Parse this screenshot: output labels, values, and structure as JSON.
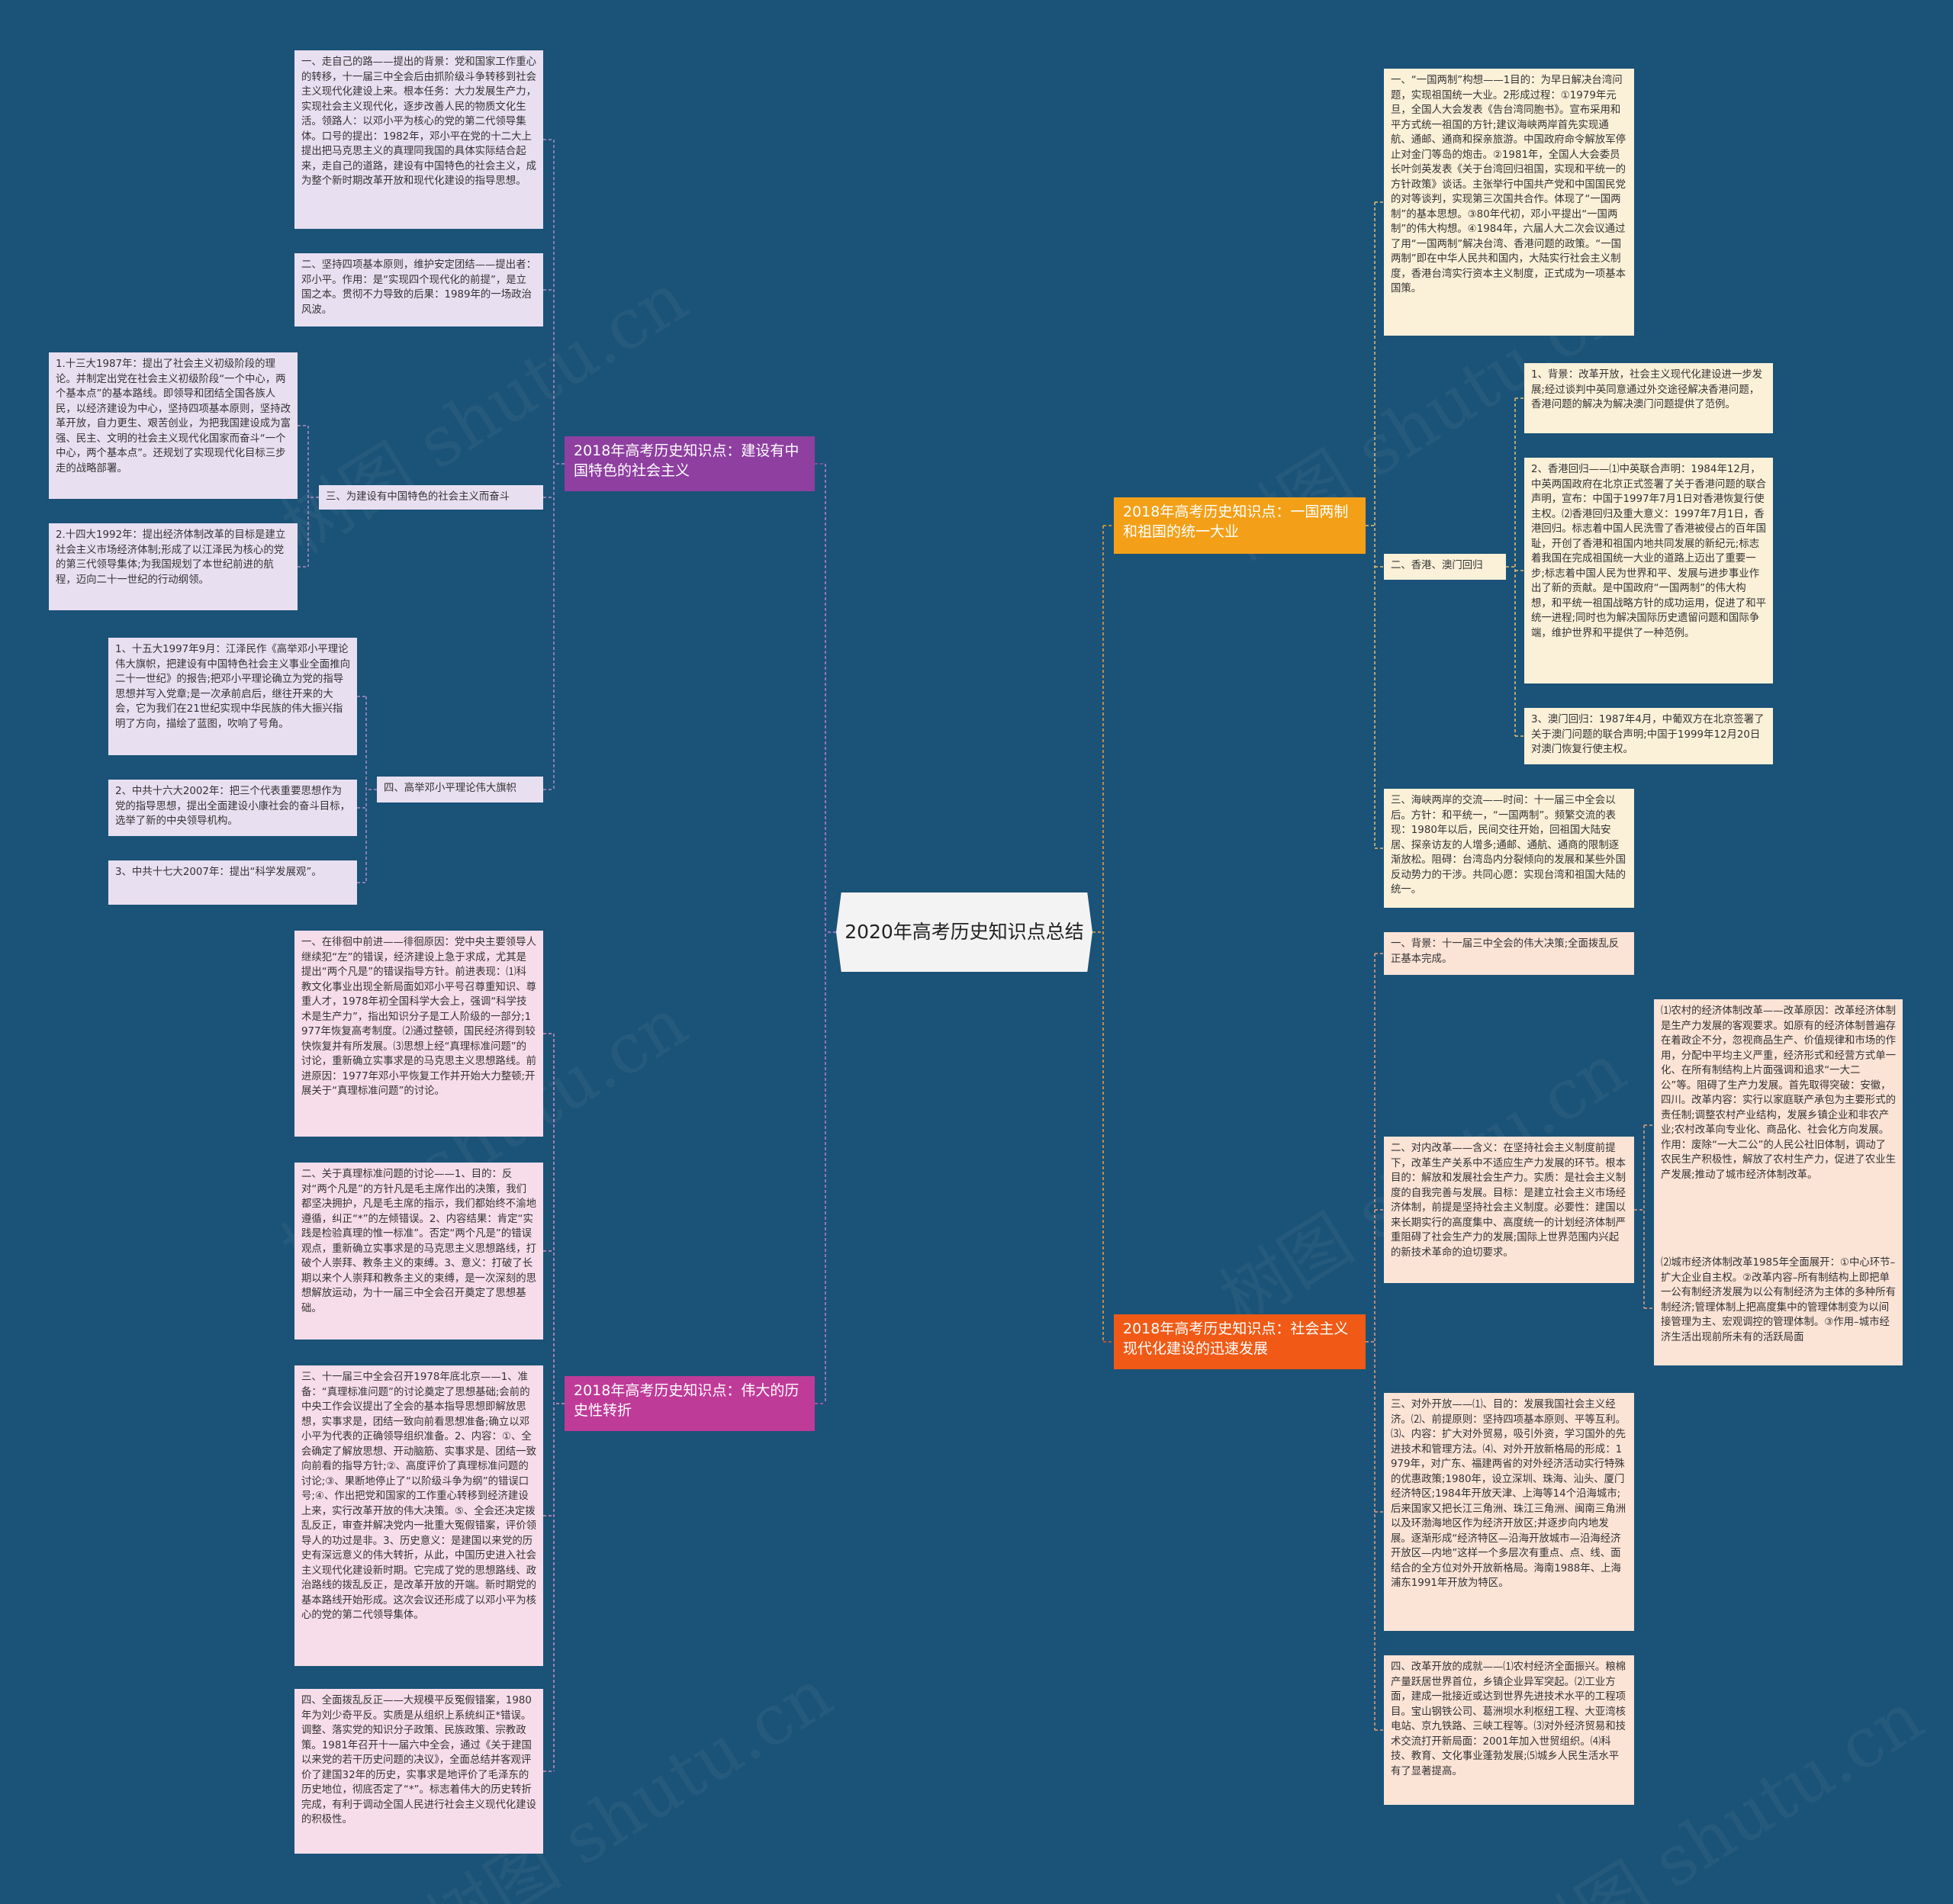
{
  "central": "2020年高考历史知识点总结",
  "watermark": "树图 shutu.cn",
  "colors": {
    "background": "#1b5277",
    "branch_purple": "#8e3fa0",
    "branch_magenta": "#bf3b98",
    "branch_yellow": "#f3a018",
    "branch_orange": "#f05a16"
  },
  "branches": {
    "b1": "2018年高考历史知识点：建设有中国特色的社会主义",
    "b2": "2018年高考历史知识点：伟大的历史性转折",
    "b3": "2018年高考历史知识点：一国两制和祖国的统一大业",
    "b4": "2018年高考历史知识点：社会主义现代化建设的迅速发展"
  },
  "nodes": {
    "n1": "一、走自己的路——提出的背景：党和国家工作重心的转移，十一届三中全会后由抓阶级斗争转移到社会主义现代化建设上来。根本任务：大力发展生产力，实现社会主义现代化，逐步改善人民的物质文化生活。领路人：以邓小平为核心的党的第二代领导集体。口号的提出：1982年，邓小平在党的十二大上提出把马克思主义的真理同我国的具体实际结合起来，走自己的道路，建设有中国特色的社会主义，成为整个新时期改革开放和现代化建设的指导思想。",
    "n2": "二、坚持四项基本原则，维护安定团结——提出者：邓小平。作用：是“实现四个现代化的前提”，是立国之本。贯彻不力导致的后果：1989年的一场政治风波。",
    "n3": "三、为建设有中国特色的社会主义而奋斗",
    "n3a": "1.十三大1987年：提出了社会主义初级阶段的理论。并制定出党在社会主义初级阶段“一个中心，两个基本点”的基本路线。即领导和团结全国各族人民，以经济建设为中心，坚持四项基本原则，坚持改革开放，自力更生、艰苦创业，为把我国建设成为富强、民主、文明的社会主义现代化国家而奋斗“一个中心，两个基本点”。还规划了实现现代化目标三步走的战略部署。",
    "n3b": "2.十四大1992年：提出经济体制改革的目标是建立社会主义市场经济体制;形成了以江泽民为核心的党的第三代领导集体;为我国规划了本世纪前进的航程，迈向二十一世纪的行动纲领。",
    "n4": "四、高举邓小平理论伟大旗帜",
    "n4a": "1、十五大1997年9月：江泽民作《高举邓小平理论伟大旗帜，把建设有中国特色社会主义事业全面推向二十一世纪》的报告;把邓小平理论确立为党的指导思想并写入党章;是一次承前启后，继往开来的大会，它为我们在21世纪实现中华民族的伟大振兴指明了方向，描绘了蓝图，吹响了号角。",
    "n4b": "2、中共十六大2002年：把三个代表重要思想作为党的指导思想，提出全面建设小康社会的奋斗目标，选举了新的中央领导机构。",
    "n4c": "3、中共十七大2007年：提出“科学发展观”。",
    "n5": "一、在徘徊中前进——徘徊原因：党中央主要领导人继续犯“左”的错误，经济建设上急于求成，尤其是提出“两个凡是”的错误指导方针。前进表现：⑴科教文化事业出现全新局面如邓小平号召尊重知识、尊重人才，1978年初全国科学大会上，强调“科学技术是生产力”，指出知识分子是工人阶级的一部分;1977年恢复高考制度。⑵通过整顿，国民经济得到较快恢复并有所发展。⑶思想上经“真理标准问题”的讨论，重新确立实事求是的马克思主义思想路线。前进原因：1977年邓小平恢复工作并开始大力整顿;开展关于“真理标准问题”的讨论。",
    "n6": "二、关于真理标准问题的讨论——1、目的：反对“两个凡是”的方针凡是毛主席作出的决策，我们都坚决拥护，凡是毛主席的指示，我们都始终不渝地遵循，纠正“*”的左倾错误。2、内容结果：肯定“实践是检验真理的惟一标准”。否定“两个凡是”的错误观点，重新确立实事求是的马克思主义思想路线，打破个人崇拜、教条主义的束缚。3、意义：打破了长期以来个人崇拜和教条主义的束缚，是一次深刻的思想解放运动，为十一届三中全会召开奠定了思想基础。",
    "n7": "三、十一届三中全会召开1978年底北京——1、准备：“真理标准问题”的讨论奠定了思想基础;会前的中央工作会议提出了全会的基本指导思想即解放思想，实事求是，团结一致向前看思想准备;确立以邓小平为代表的正确领导组织准备。2、内容：①、全会确定了解放思想、开动脑筋、实事求是、团结一致向前看的指导方针;②、高度评价了真理标准问题的讨论;③、果断地停止了“以阶级斗争为纲”的错误口号;④、作出把党和国家的工作重心转移到经济建设上来，实行改革开放的伟大决策。⑤、全会还决定拨乱反正，审查并解决党内一批重大冤假错案，评价领导人的功过是非。3、历史意义：是建国以来党的历史有深远意义的伟大转折，从此，中国历史进入社会主义现代化建设新时期。它完成了党的思想路线、政治路线的拨乱反正，是改革开放的开端。新时期党的基本路线开始形成。这次会议还形成了以邓小平为核心的党的第二代领导集体。",
    "n8": "四、全面拨乱反正——大规模平反冤假错案，1980年为刘少奇平反。实质是从组织上系统纠正*错误。调整、落实党的知识分子政策、民族政策、宗教政策。1981年召开十一届六中全会，通过《关于建国以来党的若干历史问题的决议》，全面总结并客观评价了建国32年的历史，实事求是地评价了毛泽东的历史地位，彻底否定了“*”。标志着伟大的历史转折完成，有利于调动全国人民进行社会主义现代化建设的积极性。",
    "n9": "一、“一国两制”构想——1目的：为早日解决台湾问题，实现祖国统一大业。2形成过程：①1979年元旦，全国人大会发表《告台湾同胞书》。宣布采用和平方式统一祖国的方针;建议海峡两岸首先实现通航、通邮、通商和探亲旅游。中国政府命令解放军停止对金门等岛的炮击。②1981年，全国人大会委员长叶剑英发表《关于台湾回归祖国，实现和平统一的方针政策》谈话。主张举行中国共产党和中国国民党的对等谈判，实现第三次国共合作。体现了“一国两制”的基本思想。③80年代初，邓小平提出“一国两制”的伟大构想。④1984年，六届人大二次会议通过了用“一国两制”解决台湾、香港问题的政策。“一国两制”即在中华人民共和国内，大陆实行社会主义制度，香港台湾实行资本主义制度，正式成为一项基本国策。",
    "n10": "二、香港、澳门回归",
    "n10a": "1、背景：改革开放，社会主义现代化建设进一步发展;经过谈判中英同意通过外交途径解决香港问题，香港问题的解决为解决澳门问题提供了范例。",
    "n10b": "2、香港回归——⑴中英联合声明：1984年12月，中英两国政府在北京正式签署了关于香港问题的联合声明，宣布：中国于1997年7月1日对香港恢复行使主权。⑵香港回归及重大意义：1997年7月1日，香港回归。标志着中国人民洗雪了香港被侵占的百年国耻，开创了香港和祖国内地共同发展的新纪元;标志着我国在完成祖国统一大业的道路上迈出了重要一步;标志着中国人民为世界和平、发展与进步事业作出了新的贡献。是中国政府“一国两制”的伟大构想，和平统一祖国战略方针的成功运用，促进了和平统一进程;同时也为解决国际历史遗留问题和国际争端，维护世界和平提供了一种范例。",
    "n10c": "3、澳门回归：1987年4月，中葡双方在北京签署了关于澳门问题的联合声明;中国于1999年12月20日对澳门恢复行使主权。",
    "n11": "三、海峡两岸的交流——时间：十一届三中全会以后。方针：和平统一，“一国两制”。频繁交流的表现：1980年以后，民间交往开始，回祖国大陆安居、探亲访友的人增多;通邮、通航、通商的限制逐渐放松。阻碍：台湾岛内分裂倾向的发展和某些外国反动势力的干涉。共同心愿：实现台湾和祖国大陆的统一。",
    "n12": "一、背景：十一届三中全会的伟大决策;全面拨乱反正基本完成。",
    "n13": "二、对内改革——含义：在坚持社会主义制度前提下，改革生产关系中不适应生产力发展的环节。根本目的：解放和发展社会生产力。实质：是社会主义制度的自我完善与发展。目标：是建立社会主义市场经济体制，前提是坚持社会主义制度。必要性：建国以来长期实行的高度集中、高度统一的计划经济体制严重阻碍了社会生产力的发展;国际上世界范围内兴起的新技术革命的迫切要求。",
    "n13a": "⑴农村的经济体制改革——改革原因：改革经济体制是生产力发展的客观要求。如原有的经济体制普遍存在着政企不分，忽视商品生产、价值规律和市场的作用，分配中平均主义严重，经济形式和经营方式单一化、在所有制结构上片面强调和追求“一大二公”等。阻碍了生产力发展。首先取得突破：安徽，四川。改革内容：实行以家庭联产承包为主要形式的责任制;调整农村产业结构，发展乡镇企业和非农产业;农村改革向专业化、商品化、社会化方向发展。作用：废除“一大二公”的人民公社旧体制，调动了农民生产积极性，解放了农村生产力，促进了农业生产发展;推动了城市经济体制改革。",
    "n13b": "⑵城市经济体制改革1985年全面展开：①中心环节–扩大企业自主权。②改革内容–所有制结构上即把单一公有制经济发展为以公有制经济为主体的多种所有制经济;管理体制上把高度集中的管理体制变为以间接管理为主、宏观调控的管理体制。③作用–城市经济生活出现前所未有的活跃局面",
    "n14": "三、对外开放——⑴、目的：发展我国社会主义经济。⑵、前提原则：坚持四项基本原则、平等互利。⑶、内容：扩大对外贸易，吸引外资，学习国外的先进技术和管理方法。⑷、对外开放新格局的形成：1979年，对广东、福建两省的对外经济活动实行特殊的优惠政策;1980年，设立深圳、珠海、汕头、厦门经济特区;1984年开放天津、上海等14个沿海城市;后来国家又把长江三角洲、珠江三角洲、闽南三角洲以及环渤海地区作为经济开放区;并逐步向内地发展。逐渐形成“经济特区—沿海开放城市—沿海经济开放区—内地”这样一个多层次有重点、点、线、面结合的全方位对外开放新格局。海南1988年、上海浦东1991年开放为特区。",
    "n15": "四、改革开放的成就——⑴农村经济全面振兴。粮棉产量跃居世界首位，乡镇企业异军突起。⑵工业方面，建成一批接近或达到世界先进技术水平的工程项目。宝山钢铁公司、葛洲坝水利枢纽工程、大亚湾核电站、京九铁路、三峡工程等。⑶对外经济贸易和技术交流打开新局面：2001年加入世贸组织。⑷科技、教育、文化事业蓬勃发展;⑸城乡人民生活水平有了显著提高。"
  }
}
